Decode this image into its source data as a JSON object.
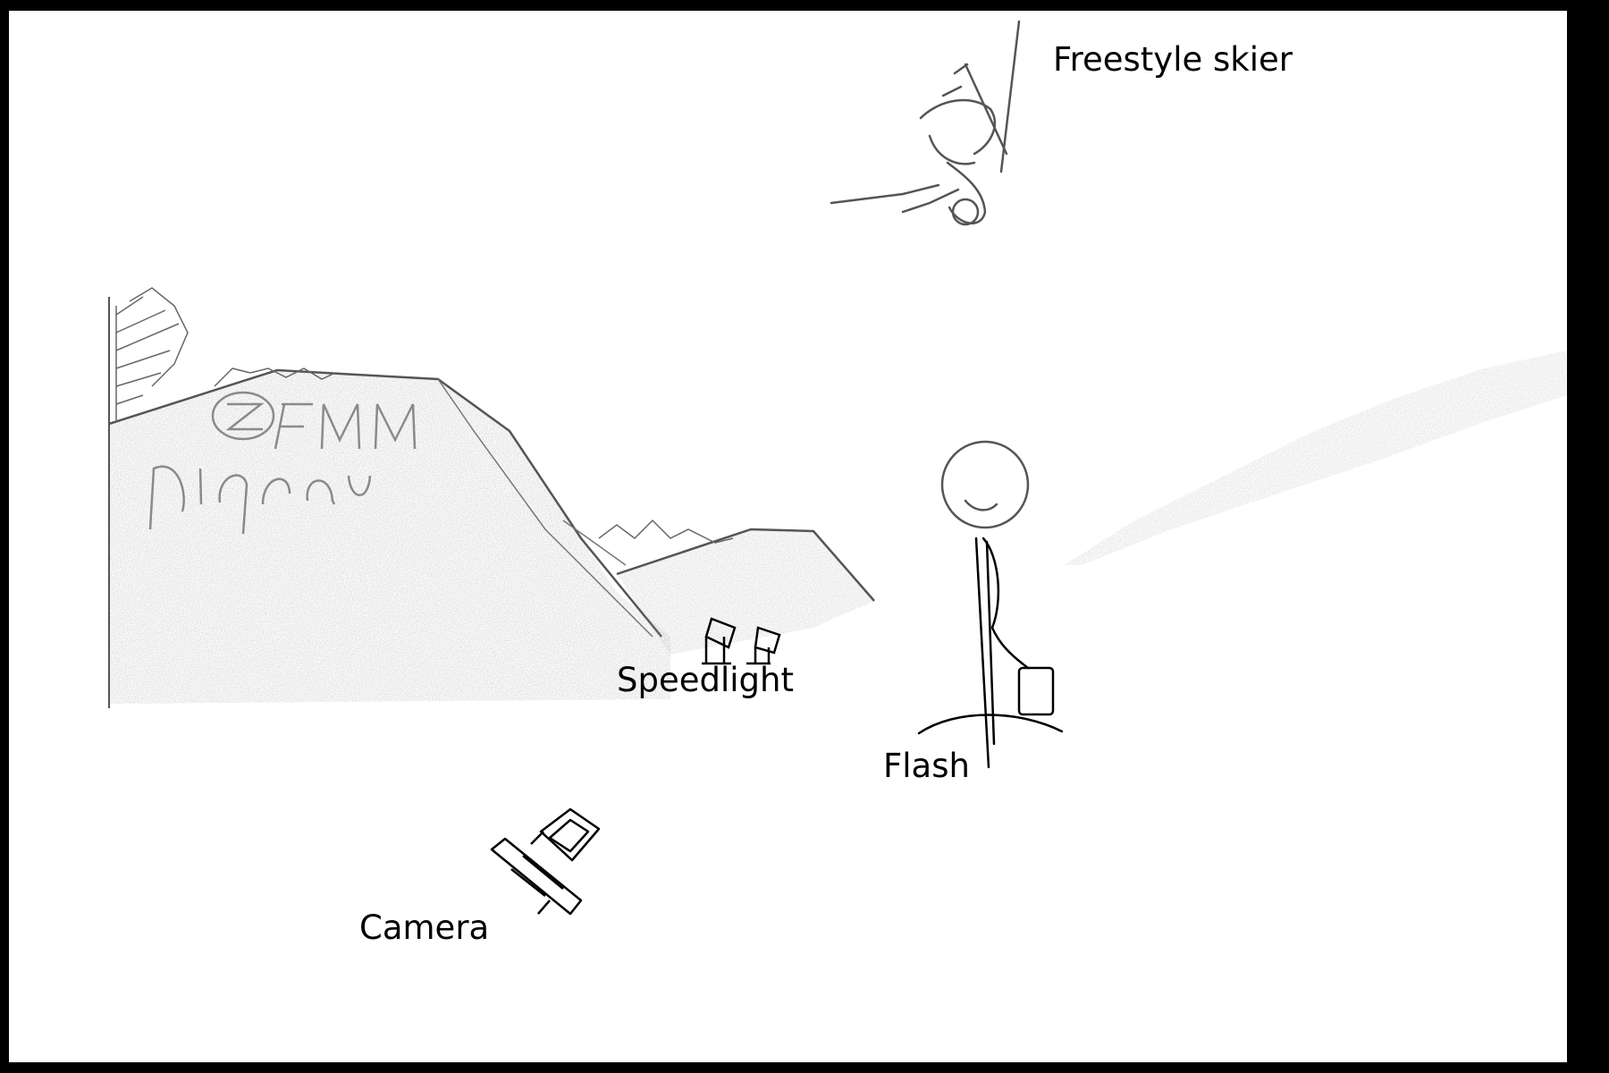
{
  "labels": {
    "skier": "Freestyle skier",
    "speedlight": "Speedlight",
    "flash": "Flash",
    "camera": "Camera"
  },
  "colors": {
    "frame_border": "#000000",
    "background": "#ffffff",
    "ink": "#000000",
    "sketch_gray": "#6b6b6b"
  },
  "icons": [
    "skier-icon",
    "speedlight-icon",
    "flash-stand-icon",
    "camera-icon",
    "tree-icon",
    "jump-ramp"
  ]
}
